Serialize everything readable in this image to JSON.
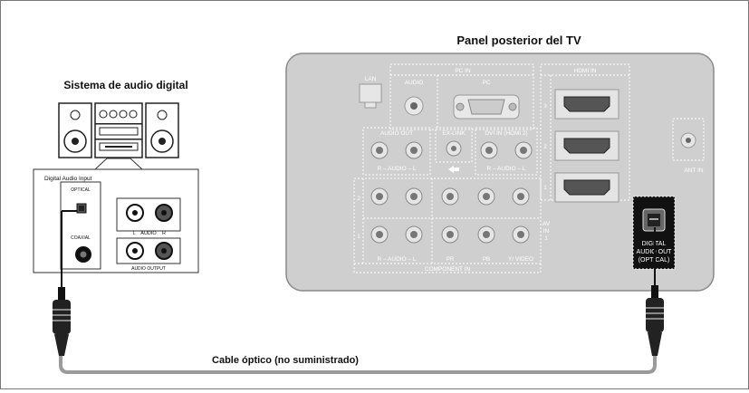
{
  "titles": {
    "tv_panel": "Panel posterior del TV",
    "audio_system": "Sistema de audio digital",
    "cable": "Cable óptico (no suministrado)"
  },
  "audio_panel": {
    "heading": "Digital Audio Input",
    "optical": "OPTICAL",
    "coaxial": "COAXIAL",
    "l": "L",
    "audio": "AUDIO",
    "r": "R",
    "audio_output": "AUDIO OUTPUT"
  },
  "tv": {
    "lan": "LAN",
    "pc_in": "PC IN",
    "audio": "AUDIO",
    "pc": "PC",
    "hdmi_in": "HDMI IN",
    "hdmi_3": "3",
    "hdmi_2": "2",
    "hdmi_1": "1",
    "audio_out": "AUDIO OUT",
    "ex_link": "EX-LINK",
    "dvi_in": "DVI IN (HDMI 2)",
    "audio_lr_1": "R – AUDIO – L",
    "audio_lr_2": "R – AUDIO – L",
    "row_2": "2",
    "row_1": "1",
    "audio_lr_comp": "R – AUDIO – L",
    "pr": "PR",
    "pb": "PB",
    "y_video": "Y/ VIDEO",
    "component_in": "COMPONENT IN",
    "av_in": "AV",
    "in": "IN",
    "in_num": "1",
    "ant_in": "ANT IN",
    "digital_audio_out_1": "DIGITAL",
    "digital_audio_out_2": "AUDIO OUT",
    "digital_audio_out_3": "(OPTICAL)"
  },
  "colors": {
    "panel": "#cfcfcf",
    "panel_edge": "#8a8a8a",
    "cable": "#9a9a9a",
    "text": "#111111"
  }
}
